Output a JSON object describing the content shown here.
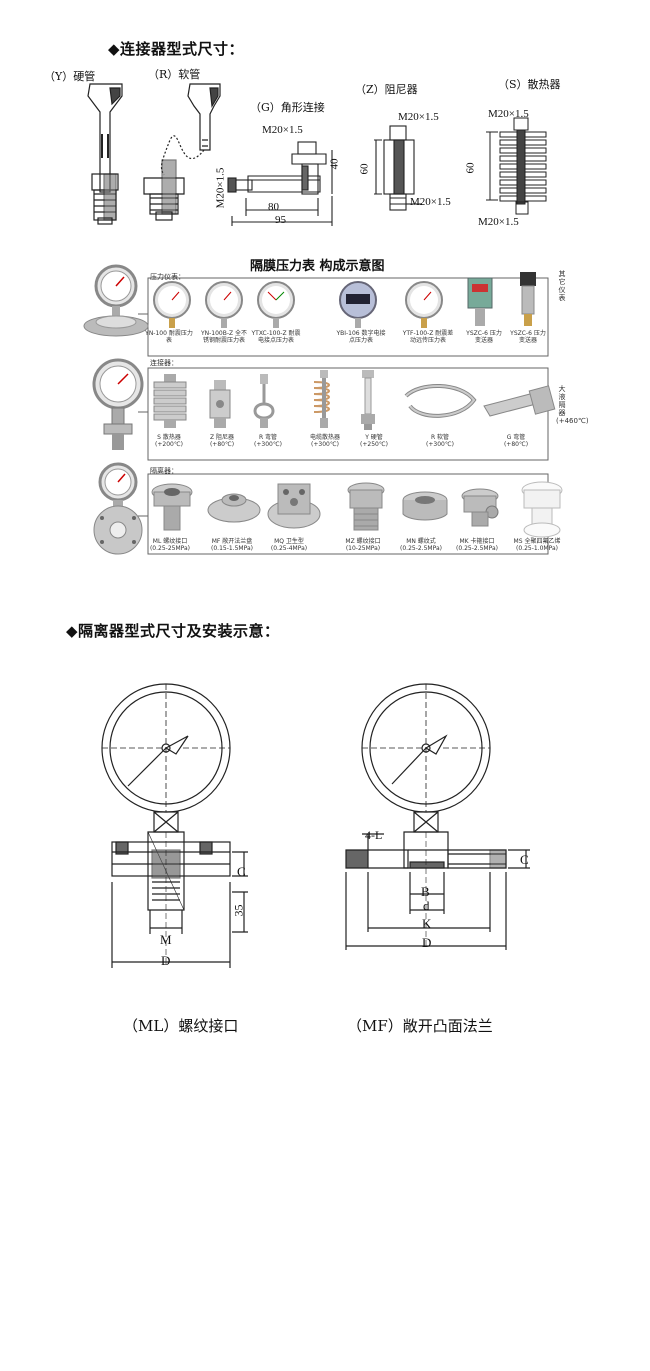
{
  "section1": {
    "title": "◆连接器型式尺寸："
  },
  "connectors": {
    "y": "（Y）硬管",
    "r": "（R）软管",
    "g": "（G）角形连接",
    "z": "（Z）阻尼器",
    "s": "（S）散热器"
  },
  "dims": {
    "m20": "M20×1.5",
    "d40": "40",
    "d80": "80",
    "d95": "95",
    "d60": "60"
  },
  "composition": {
    "title": "隔膜压力表  构成示意图",
    "cat_gauge": "压力仪表：",
    "cat_connector": "连接器：",
    "cat_isolator": "隔离器：",
    "side_other": "其它仪表",
    "side_cooler": "大液隔器(+460℃)",
    "gauges": [
      "YN-100 耐震压力表",
      "YN-100B-Z 全不锈钢耐震压力表",
      "YTXC-100-Z 耐震电接点压力表",
      "YBI-106 数字电接点压力表",
      "YTF-100-Z 耐震差动远传压力表",
      "YSZC-6 压力变送器",
      "YSZC-6 压力变送器"
    ],
    "connectors": [
      "S 散热器 (+200℃)",
      "Z 阻尼器 (+80℃)",
      "R 弯管 (+300℃)",
      "电缆散热器 (+300℃)",
      "Y 硬管 (+250℃)",
      "R 软管 (+300℃)",
      "G 弯管 (+80℃)"
    ],
    "isolators": [
      "ML 螺纹接口 (0.25-25MPa)",
      "MF 敞开法兰盘 (0.15-1.5MPa)",
      "MQ 卫生型 (0.25-4MPa)",
      "MZ 螺纹接口 (10-25MPa)",
      "MN 螺纹式 (0.25-2.5MPa)",
      "MK 卡箍接口 (0.25-2.5MPa)",
      "MS 全聚四氟乙烯 (0.25-1.0MPa)"
    ]
  },
  "section2": {
    "title": "◆隔离器型式尺寸及安装示意："
  },
  "ml_dims": {
    "c": "C",
    "d35": "35",
    "m": "M",
    "d": "D"
  },
  "mf_dims": {
    "l": "4-L",
    "c": "C",
    "b": "B",
    "d_small": "d",
    "k": "K",
    "d": "D"
  },
  "captions": {
    "ml": "（ML）螺纹接口",
    "mf": "（MF）敞开凸面法兰"
  }
}
